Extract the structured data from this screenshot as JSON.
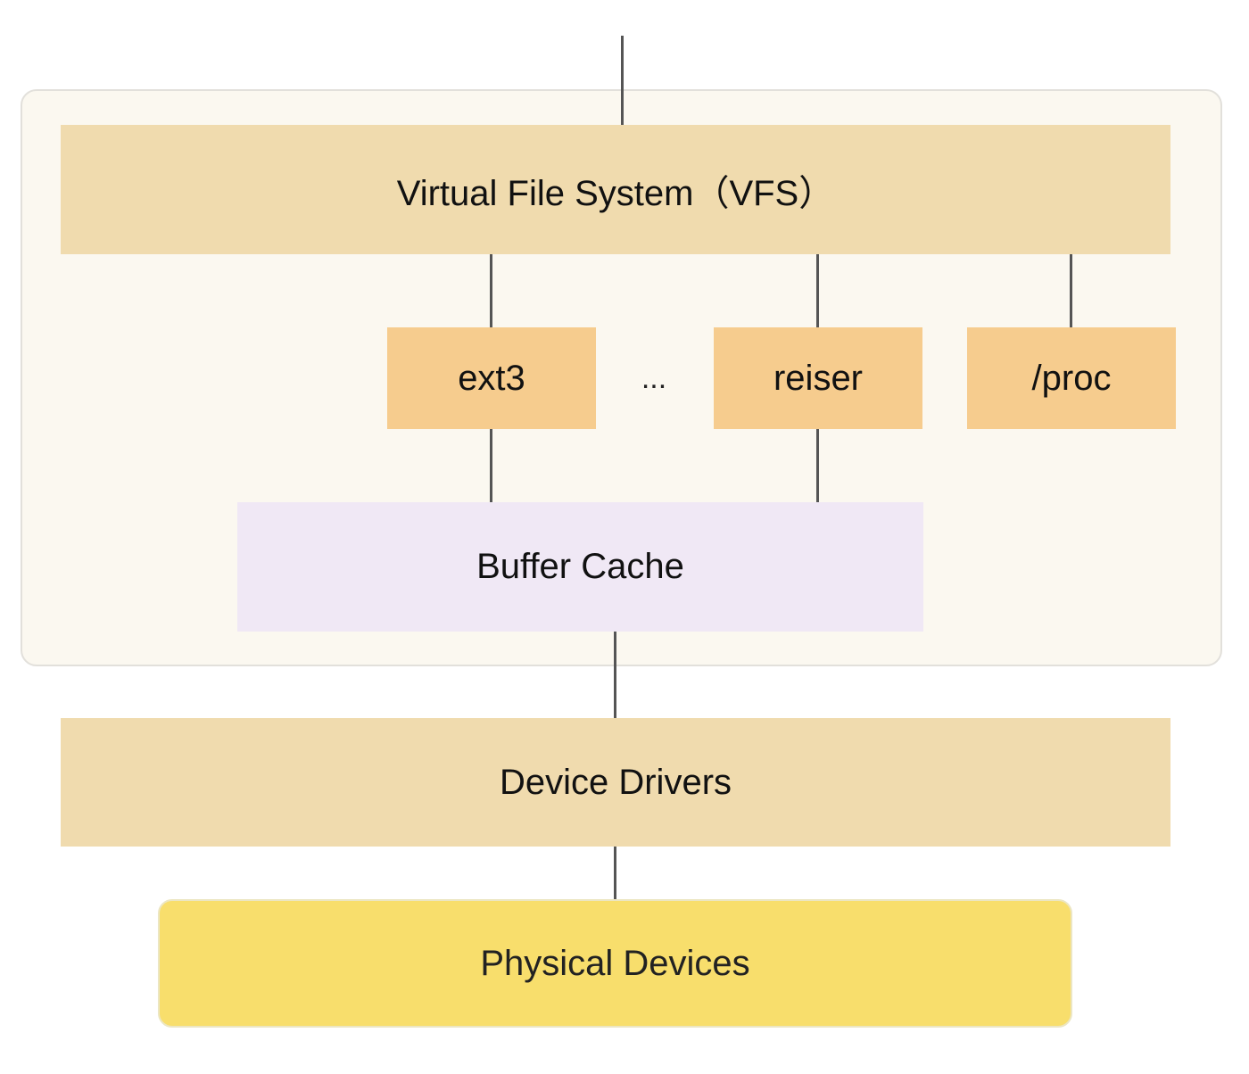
{
  "diagram": {
    "vfs": "Virtual File System（VFS）",
    "filesystems": {
      "ext3": "ext3",
      "ellipsis": "...",
      "reiser": "reiser",
      "proc": "/proc"
    },
    "buffer_cache": "Buffer Cache",
    "device_drivers": "Device Drivers",
    "physical_devices": "Physical Devices"
  },
  "colors": {
    "kernel_frame": "#fbf8f0",
    "vfs_layer": "#f0dbae",
    "filesystem_box": "#f6cc8e",
    "buffer_cache": "#f0e8f5",
    "device_drivers": "#f0dbae",
    "physical_devices": "#f8de6c",
    "connector": "#555555"
  }
}
